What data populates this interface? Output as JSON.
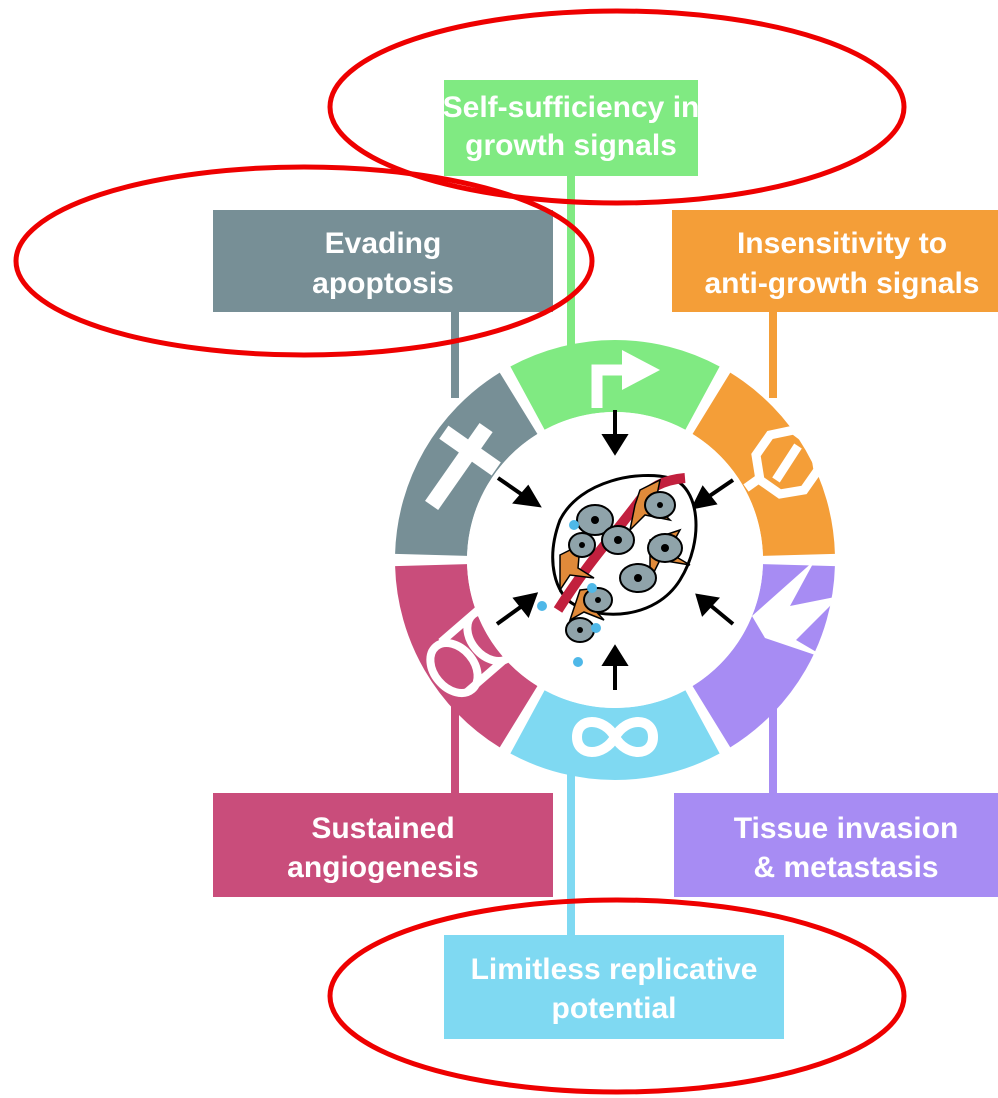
{
  "hallmarks": {
    "self_sufficiency": {
      "line1": "Self-sufficiency in",
      "line2": "growth signals",
      "color": "#80ea82"
    },
    "insensitivity": {
      "line1": "Insensitivity to",
      "line2": "anti-growth signals",
      "color": "#f49e38"
    },
    "tissue_invasion": {
      "line1": "Tissue invasion",
      "line2": "& metastasis",
      "color": "#a78cf3"
    },
    "limitless_replicative": {
      "line1": "Limitless replicative",
      "line2": "potential",
      "color": "#7fd9f2"
    },
    "sustained_angiogenesis": {
      "line1": "Sustained",
      "line2": "angiogenesis",
      "color": "#c94d7b"
    },
    "evading_apoptosis": {
      "line1": "Evading",
      "line2": "apoptosis",
      "color": "#778f96"
    }
  },
  "icons": [
    "arrow-bend-icon",
    "prohibition-sign-icon",
    "jagged-invasion-icon",
    "infinity-icon",
    "blood-vessel-icon",
    "cross-icon",
    "tumor-cell-cluster-icon"
  ],
  "highlight_color": "#ee0000"
}
